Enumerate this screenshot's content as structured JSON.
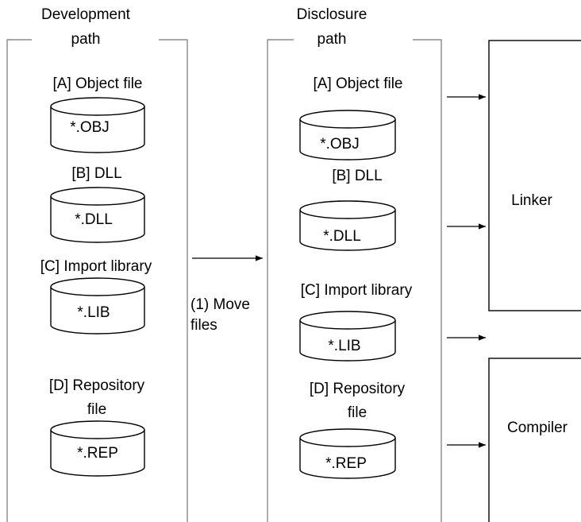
{
  "development": {
    "title_line1": "Development",
    "title_line2": "path",
    "items": [
      {
        "label": "[A] Object file",
        "ext": "*.OBJ"
      },
      {
        "label": "[B] DLL",
        "ext": "*.DLL"
      },
      {
        "label": "[C] Import library",
        "ext": "*.LIB"
      },
      {
        "label_line1": "[D] Repository",
        "label_line2": "file",
        "ext": "*.REP"
      }
    ]
  },
  "disclosure": {
    "title_line1": "Disclosure",
    "title_line2": "path",
    "items": [
      {
        "label": "[A] Object file",
        "ext": "*.OBJ"
      },
      {
        "label": "[B] DLL",
        "ext": "*.DLL"
      },
      {
        "label": "[C] Import library",
        "ext": "*.LIB"
      },
      {
        "label_line1": "[D] Repository",
        "label_line2": "file",
        "ext": "*.REP"
      }
    ]
  },
  "move": {
    "line1": "(1) Move",
    "line2": "files"
  },
  "tools": {
    "linker": "Linker",
    "compiler": "Compiler"
  }
}
